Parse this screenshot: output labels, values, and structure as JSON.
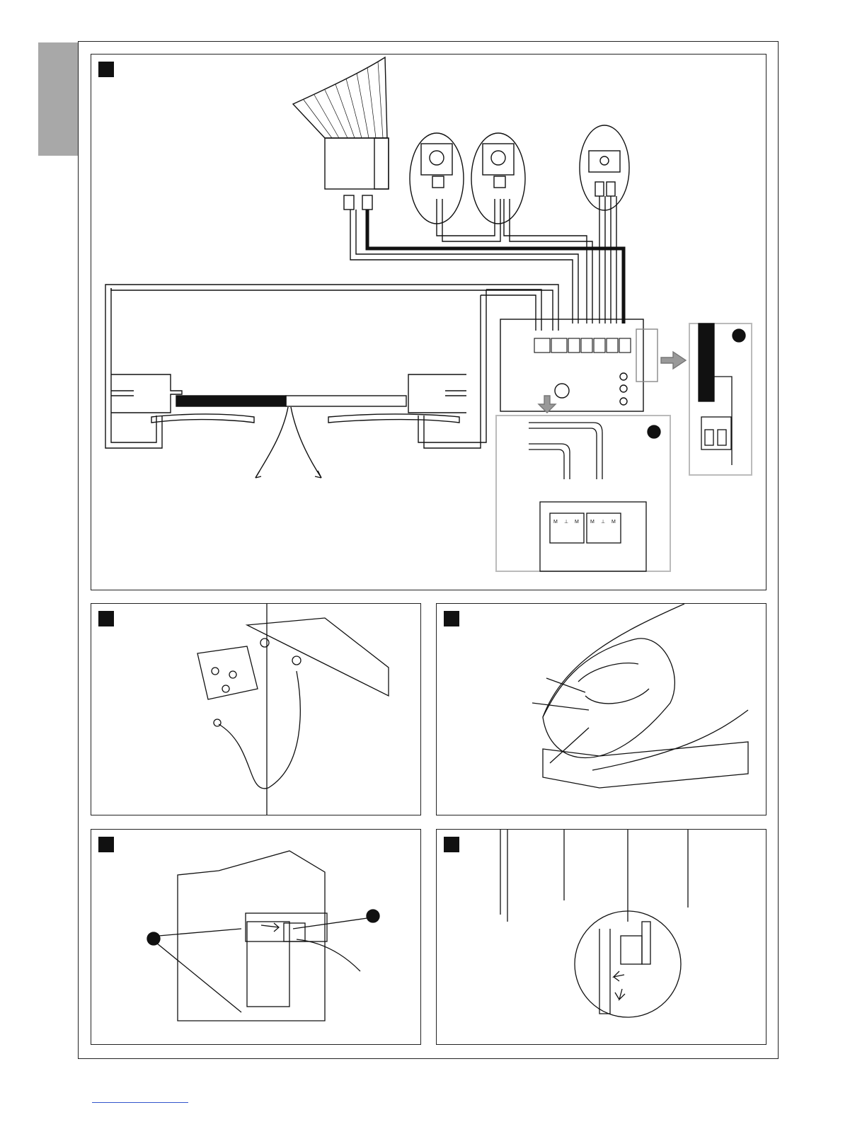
{
  "page": {
    "description_tab": "",
    "panels": [
      {
        "id": "panel-1",
        "callouts": [
          "",
          "",
          ""
        ]
      },
      {
        "id": "panel-2"
      },
      {
        "id": "panel-3"
      },
      {
        "id": "panel-4",
        "callouts": [
          "",
          ""
        ]
      },
      {
        "id": "panel-5"
      }
    ],
    "terminal_labels": [
      "M",
      "⊥",
      "M",
      "M",
      "⊥",
      "M"
    ],
    "colors": {
      "line": "#111111",
      "frame": "#222222",
      "tab": "#a8a8a8",
      "inset_border": "#bbbbbb",
      "link": "#3355cc"
    }
  }
}
